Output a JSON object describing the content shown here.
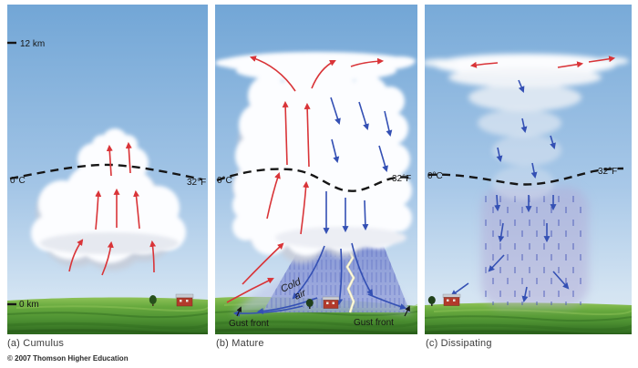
{
  "copyright": "© 2007 Thomson Higher Education",
  "scale": {
    "altitude_top": "12 km",
    "altitude_bottom": "0 km"
  },
  "panels": {
    "a": {
      "caption": "(a) Cumulus",
      "temp_left": "0°C",
      "temp_right": "32°F"
    },
    "b": {
      "caption": "(b) Mature",
      "temp_left": "0°C",
      "temp_right": "32°F",
      "cold_air_word1": "Cold",
      "cold_air_word2": "air",
      "gust_front_left": "Gust front",
      "gust_front_right": "Gust front"
    },
    "c": {
      "caption": "(c) Dissipating",
      "temp_left": "0°C",
      "temp_right": "32°F"
    }
  },
  "colors": {
    "updraft_arrow": "#d93438",
    "downdraft_arrow": "#3450b4",
    "freezing_line": "#161616",
    "sky_top": "#72a6d6",
    "sky_horizon": "#dce9f5",
    "rain_shaft": "#8494d4",
    "dissipating_rain": "#b2aad6"
  }
}
